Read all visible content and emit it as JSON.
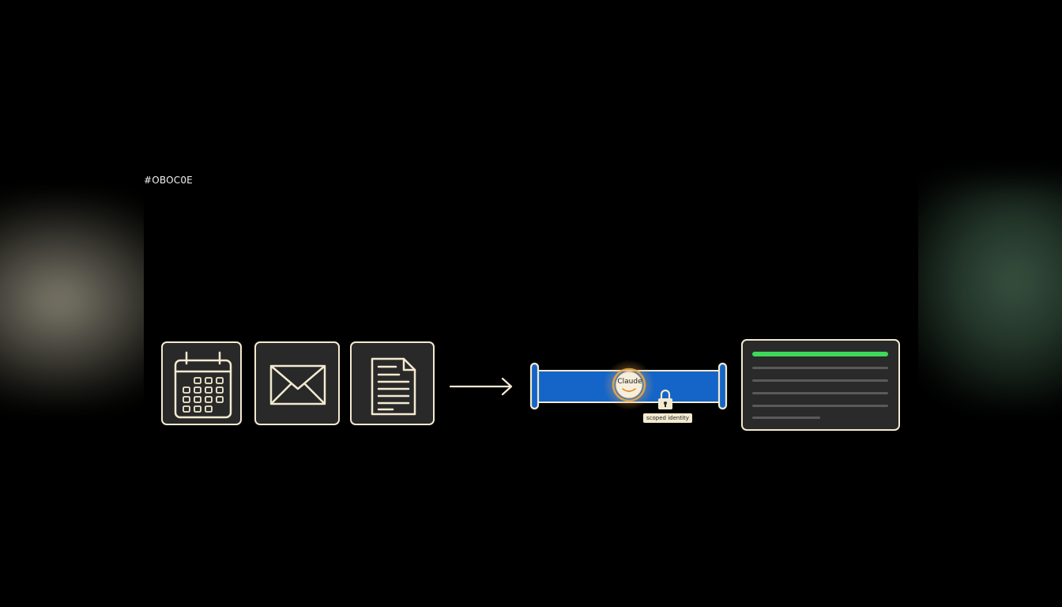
{
  "header": {
    "hex_label": "#OBOC0E"
  },
  "sources": [
    {
      "name": "calendar",
      "icon": "calendar-icon"
    },
    {
      "name": "email",
      "icon": "envelope-icon"
    },
    {
      "name": "document",
      "icon": "document-icon"
    }
  ],
  "bridge": {
    "agent_label": "Claude",
    "lock_label": "scoped identity",
    "lock_icon": "padlock-icon"
  },
  "colors": {
    "outline": "#f3ead0",
    "tile_fill": "#292929",
    "bar_blue": "#1565c8",
    "highlight_green": "#3fd85a",
    "glow_orange": "#e6a24a"
  }
}
